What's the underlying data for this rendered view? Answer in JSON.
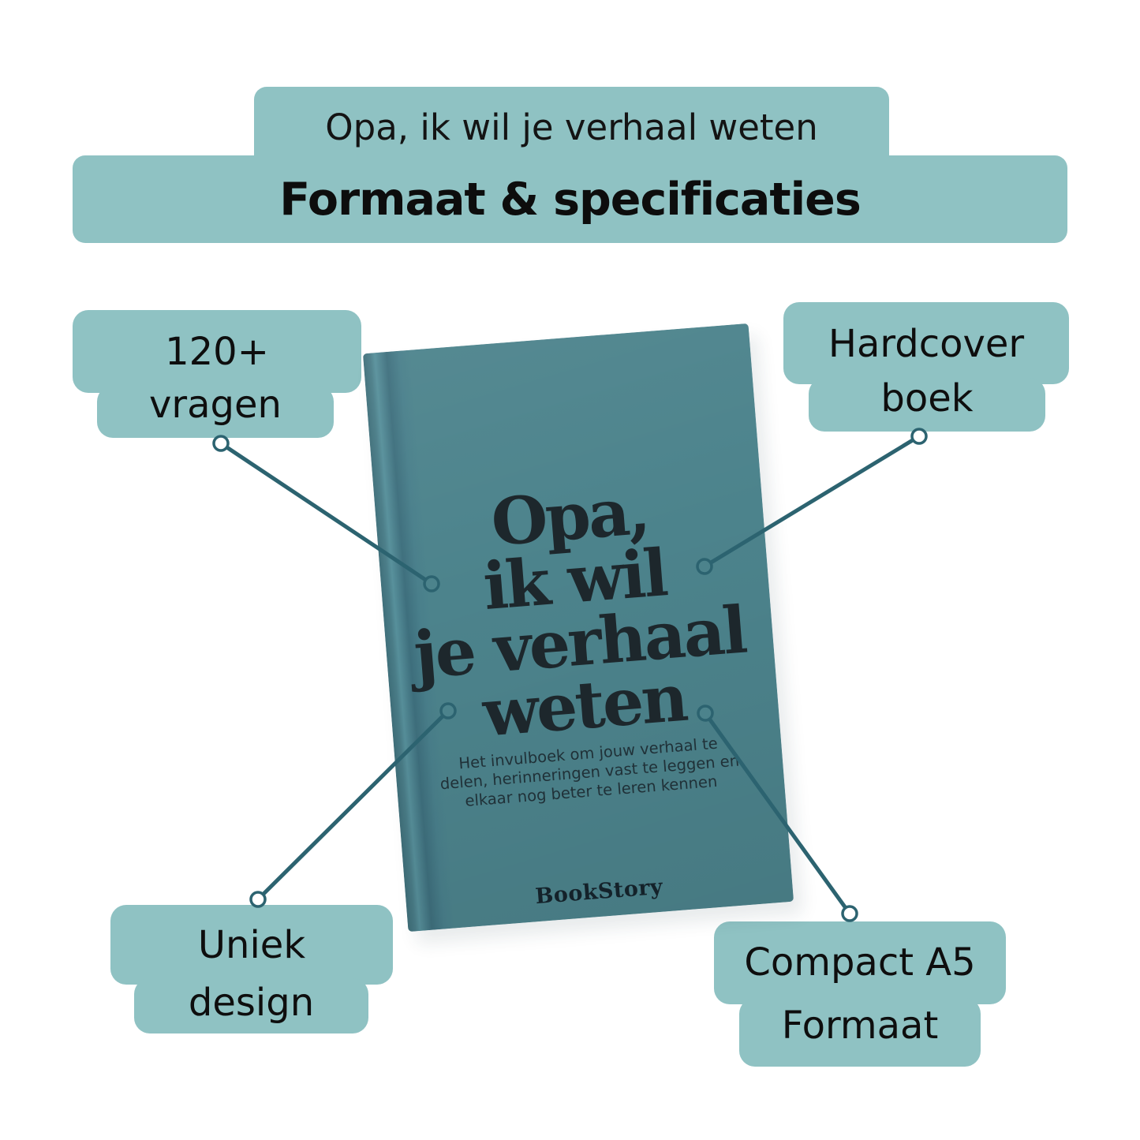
{
  "header": {
    "line1": "Opa, ik wil je verhaal weten",
    "line2": "Formaat & specificaties"
  },
  "labels": {
    "top_left": {
      "line1": "120+",
      "line2": "vragen"
    },
    "top_right": {
      "line1": "Hardcover",
      "line2": "boek"
    },
    "bottom_left": {
      "line1": "Uniek",
      "line2": "design"
    },
    "bottom_right": {
      "line1": "Compact A5",
      "line2": "Formaat"
    }
  },
  "book": {
    "title_lines": [
      "Opa,",
      "ik wil",
      "je verhaal",
      "weten"
    ],
    "subtitle_lines": [
      "Het invulboek om jouw verhaal te",
      "delen, herinneringen vast te leggen en",
      "elkaar nog beter te leren kennen"
    ],
    "brand": "BookStory"
  },
  "colors": {
    "label_bg": "#8FC2C3",
    "book_cover": "#4C838C",
    "connector": "#2C6370",
    "text_dark": "#121212"
  }
}
